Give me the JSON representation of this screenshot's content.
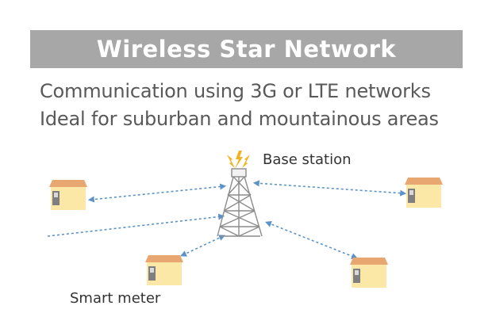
{
  "title": "Wireless Star Network",
  "description": [
    "Communication using 3G or LTE networks",
    "Ideal for suburban and mountainous areas"
  ],
  "labels": {
    "base_station": "Base station",
    "smart_meter": "Smart meter"
  },
  "colors": {
    "title_bar": "#a7a7a7",
    "title_text": "#ffffff",
    "description_text": "#595959",
    "house_wall": "#fce8a6",
    "house_roof": "#e8a771",
    "link_line": "#5b93c9",
    "tower": "#8c8c8c",
    "signal": "#f2b21d"
  },
  "icons": {
    "tower": "cell-tower-icon",
    "signal": "signal-lightning-icon",
    "house": "house-with-meter-icon"
  }
}
